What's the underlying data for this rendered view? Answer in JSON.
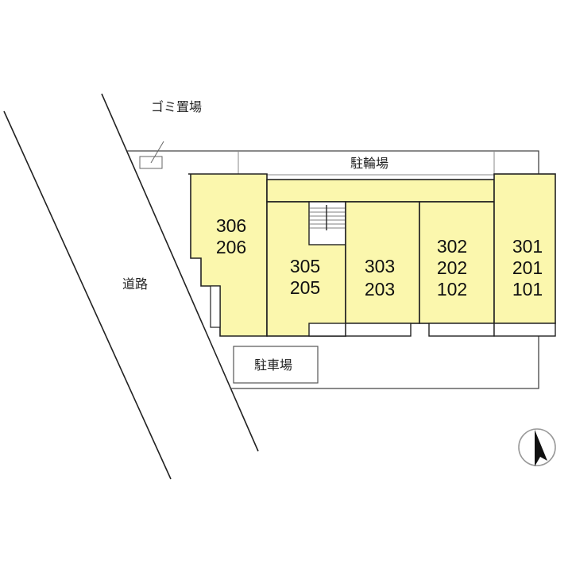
{
  "labels": {
    "garbage": "ゴミ置場",
    "bicycle_parking": "駐輪場",
    "road": "道路",
    "car_parking": "駐車場"
  },
  "units": {
    "block_306": [
      "306",
      "206"
    ],
    "block_305": [
      "305",
      "205"
    ],
    "block_303": [
      "303",
      "203"
    ],
    "block_302": [
      "302",
      "202",
      "102"
    ],
    "block_301": [
      "301",
      "201",
      "101"
    ]
  },
  "colors": {
    "building_fill": "#fbf7ad",
    "line": "#222222"
  },
  "compass": {
    "icon": "north-arrow-icon"
  }
}
